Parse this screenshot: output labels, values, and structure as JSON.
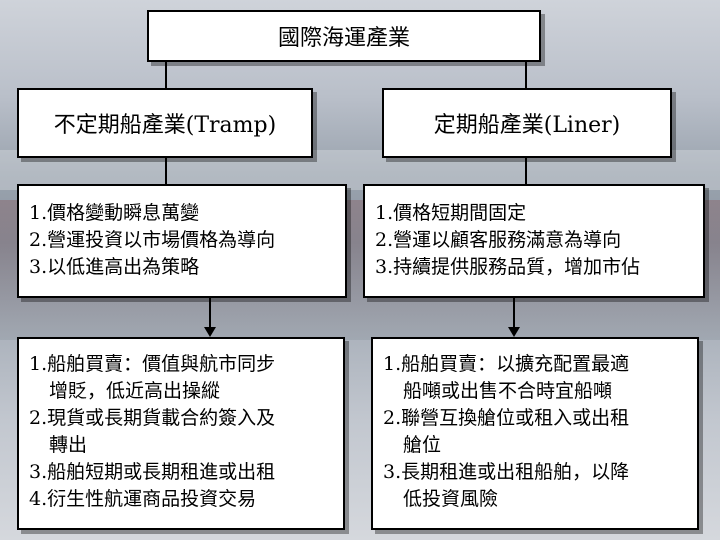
{
  "title": "國際海運產業",
  "left": {
    "heading": "不定期船產業(Tramp)",
    "features": [
      "1.價格變動瞬息萬變",
      "2.營運投資以市場價格為導向",
      "3.以低進高出為策略"
    ],
    "strategies": [
      "1.船舶買賣：價值與航市同步",
      "增貶，低近高出操縱",
      "2.現貨或長期貨載合約簽入及",
      "轉出",
      "3.船舶短期或長期租進或出租",
      "4.衍生性航運商品投資交易"
    ]
  },
  "right": {
    "heading": "定期船產業(Liner)",
    "features": [
      "1.價格短期間固定",
      "2.營運以顧客服務滿意為導向",
      "3.持續提供服務品質，增加市佔"
    ],
    "strategies": [
      "1.船舶買賣：以擴充配置最適",
      "船噸或出售不合時宜船噸",
      "2.聯營互換艙位或租入或出租",
      "艙位",
      "3.長期租進或出租船舶，以降",
      "低投資風險"
    ]
  }
}
